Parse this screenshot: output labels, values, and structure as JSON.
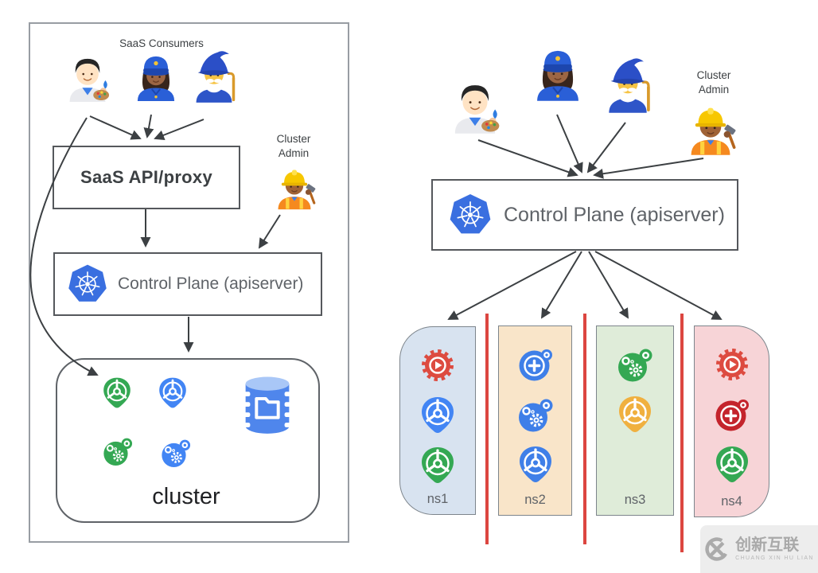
{
  "left_diagram": {
    "consumers_label": "SaaS Consumers",
    "consumers_personas": [
      "man-artist",
      "woman-police-officer",
      "wizard"
    ],
    "saas_api_label": "SaaS API/proxy",
    "cluster_admin_line1": "Cluster",
    "cluster_admin_line2": "Admin",
    "cluster_admin_persona": "construction-worker",
    "control_plane_label": "Control Plane (apiserver)",
    "cluster_label": "cluster",
    "cluster_icons": [
      {
        "type": "pod",
        "color": "#34a853"
      },
      {
        "type": "pod",
        "color": "#4285f4"
      },
      {
        "type": "storage-database",
        "color": "#4f86ec"
      },
      {
        "type": "gears",
        "color": "#34a853"
      },
      {
        "type": "gears",
        "color": "#4285f4"
      }
    ]
  },
  "right_diagram": {
    "consumers_personas": [
      "man-artist",
      "woman-police-officer",
      "wizard"
    ],
    "cluster_admin_line1": "Cluster",
    "cluster_admin_line2": "Admin",
    "cluster_admin_persona": "construction-worker",
    "control_plane_label": "Control Plane (apiserver)",
    "namespaces": [
      {
        "name": "ns1",
        "bg": "#d8e3f0",
        "icons": [
          {
            "type": "workload-gear-play",
            "color": "#dd4b40"
          },
          {
            "type": "pod",
            "color": "#4285f4"
          },
          {
            "type": "pod",
            "color": "#34a853"
          }
        ]
      },
      {
        "name": "ns2",
        "bg": "#f9e5c9",
        "icons": [
          {
            "type": "custom-resource-plus",
            "color": "#3f7fe8"
          },
          {
            "type": "gears",
            "color": "#3f7fe8"
          },
          {
            "type": "pod",
            "color": "#3f7fe8"
          }
        ]
      },
      {
        "name": "ns3",
        "bg": "#dfecd9",
        "icons": [
          {
            "type": "gears",
            "color": "#34a853"
          },
          {
            "type": "pod",
            "color": "#f0b03f"
          }
        ]
      },
      {
        "name": "ns4",
        "bg": "#f7d4d7",
        "icons": [
          {
            "type": "workload-gear-play",
            "color": "#dd4b40"
          },
          {
            "type": "custom-resource-plus",
            "color": "#c4242c"
          },
          {
            "type": "pod",
            "color": "#34a853"
          }
        ]
      }
    ],
    "separator_color": "#dc4640"
  },
  "watermark": {
    "brand": "创新互联",
    "subtitle": "CHUANG XIN HU LIAN"
  },
  "colors": {
    "kubernetes_blue": "#3a6fe0",
    "icon_blue": "#4285f4",
    "icon_green": "#34a853",
    "icon_red": "#dd4b40",
    "icon_dark_red": "#c4242c",
    "icon_yellow": "#f0b03f",
    "arrow": "#3c4043",
    "box_border": "#55585c",
    "namespace_separator": "#dc4640"
  }
}
